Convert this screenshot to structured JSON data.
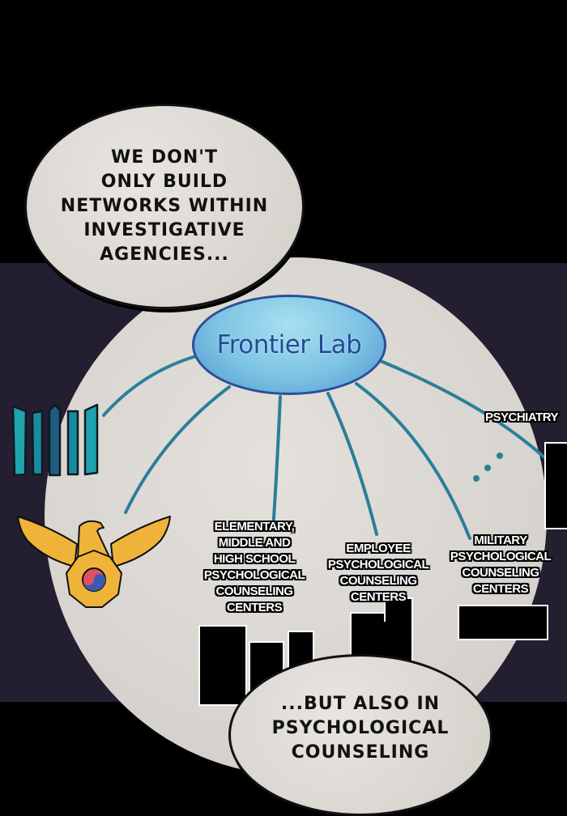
{
  "panel": {
    "colors": {
      "top_band": "#000000",
      "night_sky": "#241e31",
      "moon": "#d8d4cf",
      "connector_lines": "#2a7f9a",
      "node_fill": "#7cc3e3",
      "node_border": "#2a4f99",
      "node_text": "#254a94"
    }
  },
  "speech_bubbles": {
    "top": {
      "lines": [
        "WE DON'T",
        "ONLY BUILD",
        "NETWORKS WITHIN",
        "INVESTIGATIVE",
        "AGENCIES..."
      ]
    },
    "bottom": {
      "lines": [
        "...BUT ALSO IN",
        "PSYCHOLOGICAL",
        "COUNSELING"
      ]
    }
  },
  "diagram": {
    "center_node": {
      "label": "Frontier Lab"
    },
    "branches": [
      {
        "label_lines": [
          "ELEMENTARY,",
          "MIDDLE AND",
          "HIGH SCHOOL",
          "PSYCHOLOGICAL",
          "COUNSELING",
          "CENTERS"
        ]
      },
      {
        "label_lines": [
          "EMPLOYEE",
          "PSYCHOLOGICAL",
          "COUNSELING",
          "CENTERS"
        ]
      },
      {
        "label_lines": [
          "MILITARY",
          "PSYCHOLOGICAL",
          "COUNSELING",
          "CENTERS"
        ]
      },
      {
        "label_lines": [
          "PSYCHIATRY"
        ]
      }
    ],
    "icons": [
      "prosecution-emblem-icon",
      "police-eagle-emblem-icon",
      "ellipsis-dots-icon"
    ]
  }
}
